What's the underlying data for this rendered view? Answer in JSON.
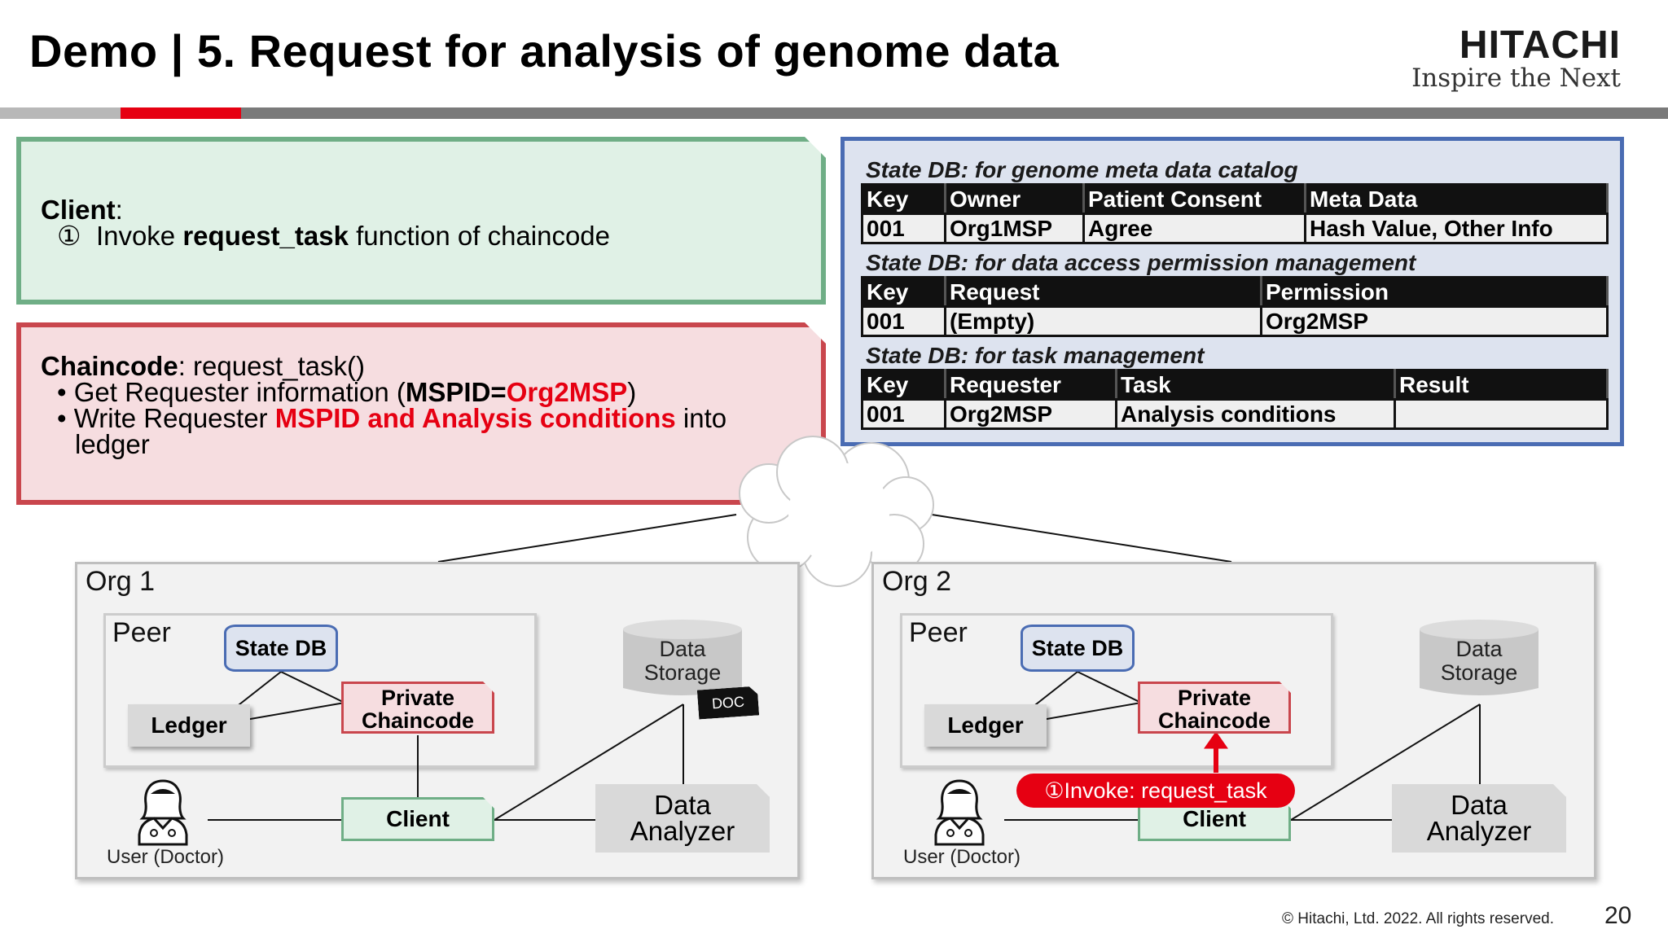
{
  "title": "Demo | 5. Request for analysis of genome data",
  "logo": {
    "brand": "HITACHI",
    "tagline": "Inspire the Next"
  },
  "client_panel": {
    "label": "Client",
    "colon": ":",
    "step_number": "①",
    "step_prefix": "Invoke",
    "step_function": "request_task",
    "step_suffix": "function of chaincode"
  },
  "chaincode_panel": {
    "label": "Chaincode",
    "function": ": request_task()",
    "bullet1_prefix": "• Get Requester information (",
    "bullet1_key": "MSPID=",
    "bullet1_value": "Org2MSP",
    "bullet1_suffix": ")",
    "bullet2_prefix": "• Write Requester ",
    "bullet2_highlight": "MSPID and Analysis conditions",
    "bullet2_suffix": " into",
    "bullet2_cont": "ledger"
  },
  "state_db": {
    "catalog": {
      "caption": "State DB: for genome meta data catalog",
      "headers": [
        "Key",
        "Owner",
        "Patient Consent",
        "Meta Data"
      ],
      "row": [
        "001",
        "Org1MSP",
        "Agree",
        "Hash Value, Other Info"
      ]
    },
    "permission": {
      "caption": "State DB: for data access permission management",
      "headers": [
        "Key",
        "Request",
        "Permission"
      ],
      "row": [
        "001",
        "(Empty)",
        "Org2MSP"
      ]
    },
    "task": {
      "caption": "State DB: for task management",
      "headers": [
        "Key",
        "Requester",
        "Task",
        "Result"
      ],
      "row": [
        "001",
        "Org2MSP",
        "Analysis conditions",
        ""
      ],
      "highlight_color": "#e60012"
    }
  },
  "org1": {
    "label": "Org 1",
    "peer": "Peer",
    "state_db": "State DB",
    "ledger": "Ledger",
    "private_chaincode": "Private\nChaincode",
    "client": "Client",
    "data_storage": "Data\nStorage",
    "data_analyzer": "Data\nAnalyzer",
    "user": "User (Doctor)",
    "file_icon_text": "DOC"
  },
  "org2": {
    "label": "Org 2",
    "peer": "Peer",
    "state_db": "State DB",
    "ledger": "Ledger",
    "private_chaincode": "Private\nChaincode",
    "client": "Client",
    "data_storage": "Data\nStorage",
    "data_analyzer": "Data\nAnalyzer",
    "user": "User (Doctor)",
    "invoke_badge": "①Invoke: request_task"
  },
  "footer": {
    "copyright": "© Hitachi, Ltd. 2022. All rights reserved.",
    "page": "20"
  },
  "colors": {
    "accent_red": "#e60012",
    "client_green": "#6fae86",
    "chaincode_red": "#c9464d",
    "db_blue": "#4a6cb3"
  }
}
